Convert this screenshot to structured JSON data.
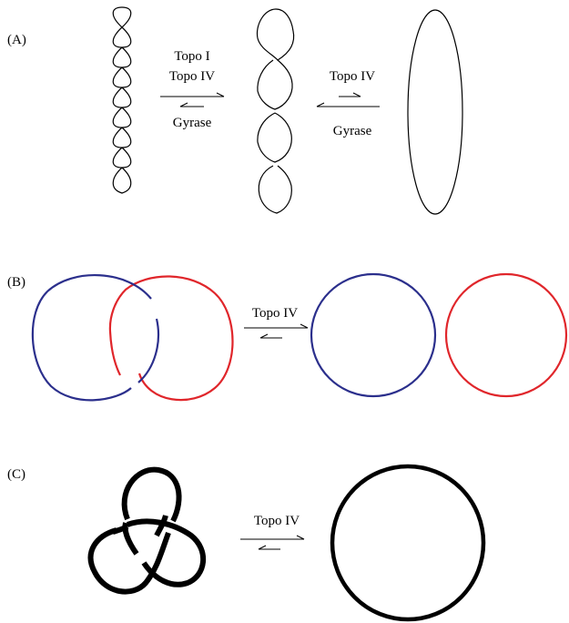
{
  "panels": {
    "a": {
      "label": "(A)",
      "forward": [
        "Topo I",
        "Topo IV"
      ],
      "reverse": "Gyrase",
      "forward_2": "Topo IV",
      "reverse_2": "Gyrase"
    },
    "b": {
      "label": "(B)",
      "forward": "Topo IV"
    },
    "c": {
      "label": "(C)",
      "forward": "Topo IV"
    }
  },
  "colors": {
    "strand": "#000000",
    "ring_blue": "#2b2f8c",
    "ring_red": "#e0262b"
  }
}
